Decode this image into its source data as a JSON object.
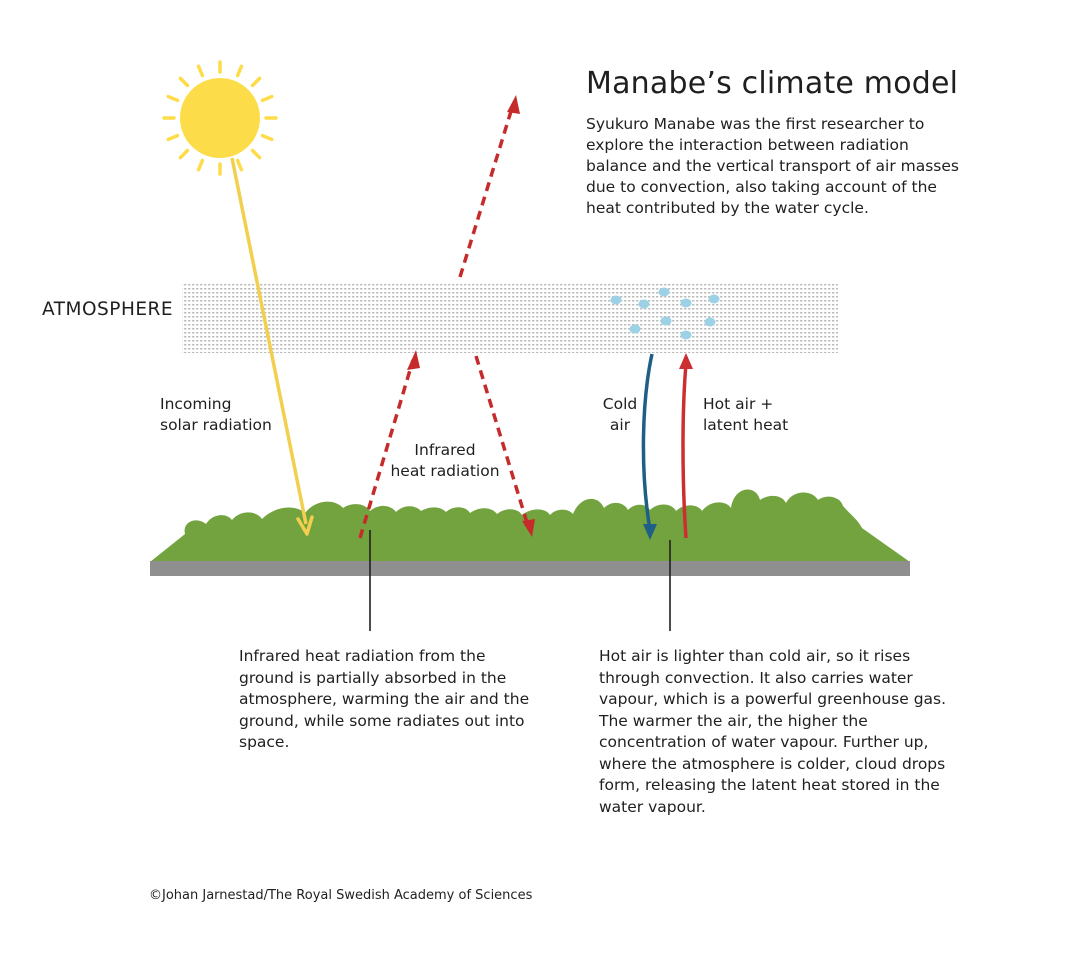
{
  "title": "Manabe’s climate model",
  "intro": "Syukuro Manabe was the first researcher to explore the interaction between radiation balance and the vertical transport of air masses due to convection, also taking account of the heat contributed by the water cycle.",
  "labels": {
    "atmosphere": "ATMOSPHERE",
    "solar": "Incoming\nsolar radiation",
    "infrared": "Infrared\nheat radiation",
    "cold_air": "Cold\nair",
    "hot_air": "Hot air +\nlatent heat"
  },
  "notes": {
    "infrared": "Infrared heat radiation from the ground is partially absorbed in the atmosphere, warming the air and the ground, while some radiates out into space.",
    "convection": "Hot air is lighter than cold air, so it rises through convection. It also carries water vapour, which is a powerful greenhouse gas. The warmer the air, the higher the concentration of water vapour. Further up, where the atmosphere is colder, cloud drops form, releasing the latent heat stored in the water vapour."
  },
  "credit": "©Johan Jarnestad/The Royal Swedish Academy of Sciences",
  "colors": {
    "sun": "#fddc4a",
    "sun_ray": "#f2cf4f",
    "infrared": "#c62b2b",
    "cold_air": "#1f5f86",
    "hot_air": "#cc2f32",
    "ground": "#72a33f",
    "ground_base": "#8f8f8f",
    "atmosphere_dots": "#b9b9b9",
    "droplet": "#9dd2e6"
  }
}
